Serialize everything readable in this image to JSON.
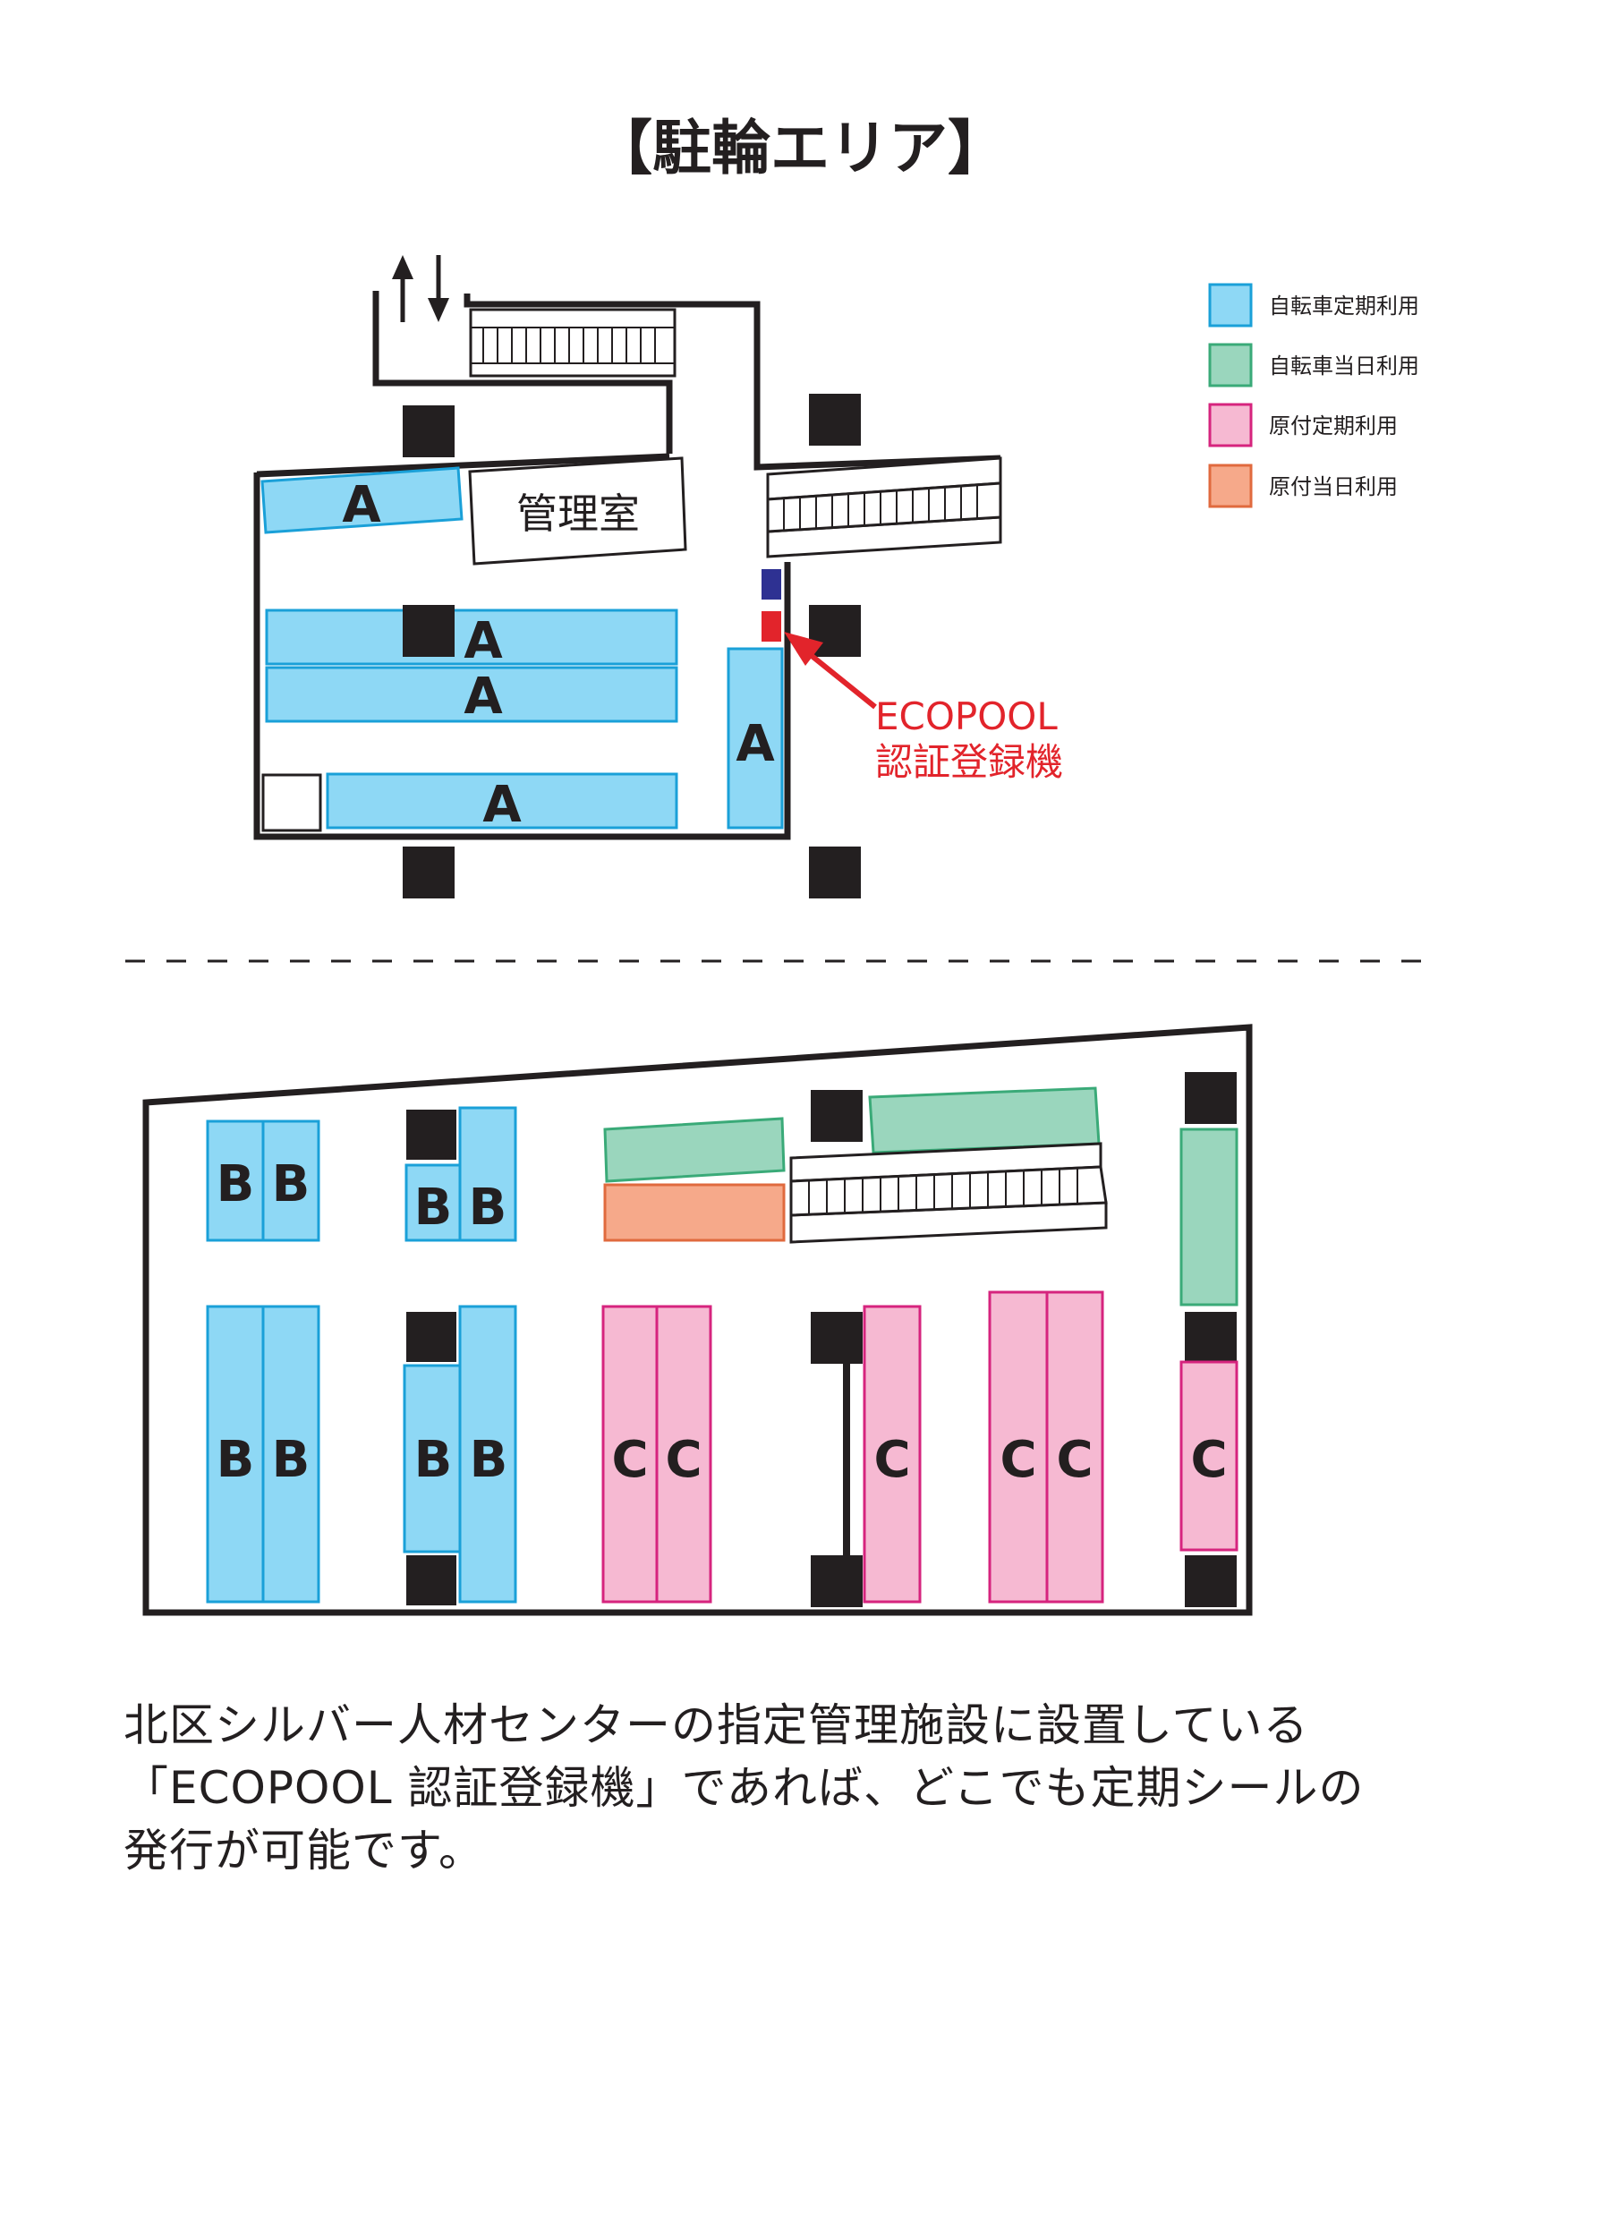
{
  "title": "【駐輪エリア】",
  "legend": [
    {
      "label": "自転車定期利用",
      "fill": "#8ed8f5",
      "stroke": "#1aa0d8"
    },
    {
      "label": "自転車当日利用",
      "fill": "#9ad6bd",
      "stroke": "#3aaa78"
    },
    {
      "label": "原付定期利用",
      "fill": "#f6b9d2",
      "stroke": "#d6247e"
    },
    {
      "label": "原付当日利用",
      "fill": "#f6a98a",
      "stroke": "#e06a3e"
    }
  ],
  "upper_floor": {
    "office_label": "管理室",
    "zone_label": "A",
    "machine_label_line1": "ECOPOOL",
    "machine_label_line2": "認証登録機"
  },
  "lower_floor": {
    "zone_b": "B",
    "zone_c": "C"
  },
  "description": {
    "line1": "北区シルバー人材センターの指定管理施設に設置している",
    "line2": "「ECOPOOL 認証登録機」であれば、どこでも定期シールの",
    "line3": "発行が可能です。"
  },
  "colors": {
    "accent_red": "#e2242b",
    "machine_blue": "#2e3192",
    "pillar": "#231f20"
  }
}
